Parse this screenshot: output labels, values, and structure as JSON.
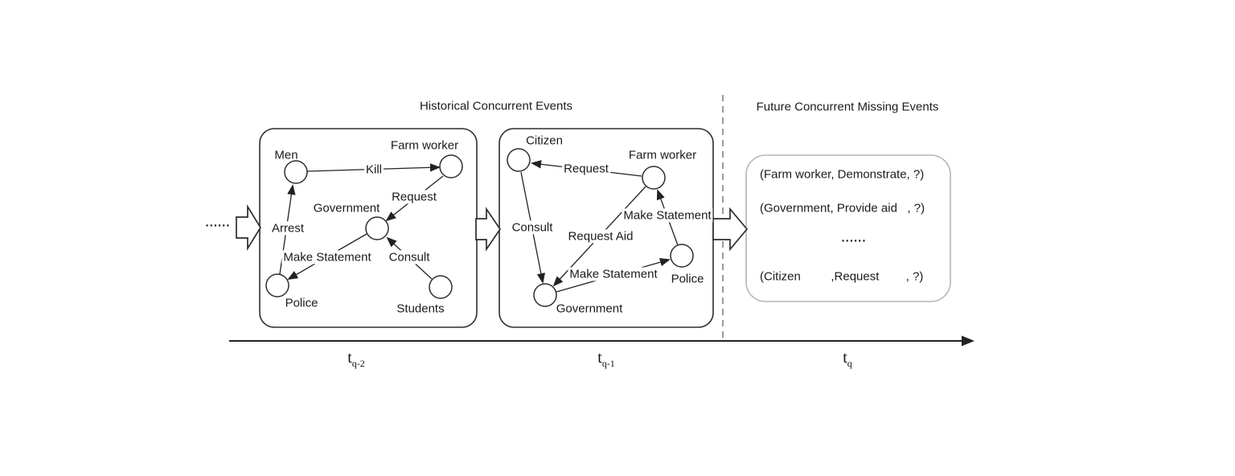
{
  "titles": {
    "historical": "Historical Concurrent Events",
    "future": "Future Concurrent Missing Events"
  },
  "ellipsis_left": "......",
  "graph1": {
    "nodes": {
      "men": "Men",
      "farm_worker": "Farm worker",
      "government": "Government",
      "police": "Police",
      "students": "Students"
    },
    "edges": {
      "kill": "Kill",
      "request": "Request",
      "arrest": "Arrest",
      "make_statement": "Make Statement",
      "consult": "Consult"
    }
  },
  "graph2": {
    "nodes": {
      "citizen": "Citizen",
      "farm_worker": "Farm worker",
      "police": "Police",
      "government": "Government"
    },
    "edges": {
      "request": "Request",
      "consult": "Consult",
      "request_aid": "Request Aid",
      "make_statement_upper": "Make Statement",
      "make_statement_lower": "Make Statement"
    }
  },
  "future_box": {
    "line1": "(Farm worker, Demonstrate, ?)",
    "line2": "(Government, Provide aid   , ?)",
    "ellipsis": "......",
    "line3": "(Citizen         ,Request        , ?)"
  },
  "timeline": {
    "t_minus2": {
      "base": "t",
      "sub": "q-2"
    },
    "t_minus1": {
      "base": "t",
      "sub": "q-1"
    },
    "t_query": {
      "base": "t",
      "sub": "q"
    }
  }
}
